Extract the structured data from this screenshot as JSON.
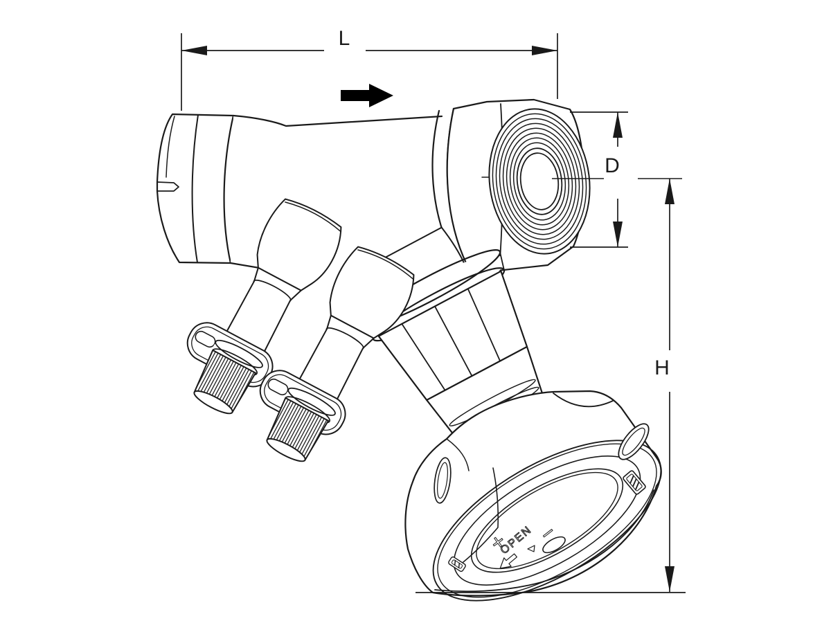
{
  "diagram": {
    "dimension_labels": {
      "length": "L",
      "diameter": "D",
      "height": "H"
    },
    "handwheel_markings": {
      "open": "OPEN",
      "plus": "+",
      "minus": "−"
    },
    "colors": {
      "line": "#1a1a1a",
      "background": "#ffffff",
      "flow_arrow": "#000000"
    }
  }
}
